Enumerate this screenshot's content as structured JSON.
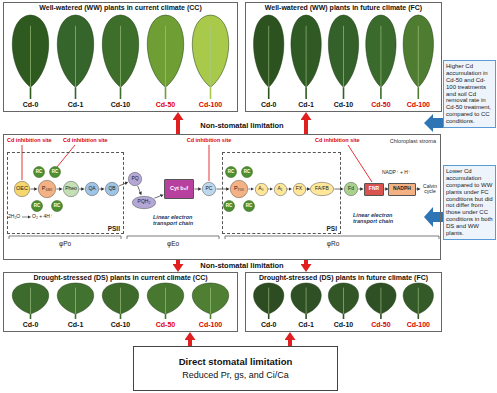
{
  "diagram": {
    "nodes": [
      {
        "text": [
          "Well-watered (WW) plants in current climate (CC)"
        ]
      },
      {
        "text": [
          "Well-watered (WW) plants in future climate (FC)"
        ]
      },
      {
        "text": [
          "Higher Cd accumulation in Cd-50 and Cd-100 treatments and soil Cd removal rate in Cd-50 treatment, compared to CC conditions."
        ]
      },
      {
        "text": [
          "Chloroplast stroma"
        ]
      },
      {
        "text": [
          "PSII"
        ],
        "in": 3
      },
      {
        "text": [
          "OEC"
        ],
        "in": 4
      },
      {
        "text": [
          "P₆₈₀"
        ],
        "in": 4
      },
      {
        "text": [
          "Pheo"
        ],
        "in": 4
      },
      {
        "text": [
          "QA"
        ],
        "in": 4
      },
      {
        "text": [
          "QB"
        ],
        "in": 4
      },
      {
        "text": [
          "PQ"
        ],
        "in": 3
      },
      {
        "text": [
          "PQH₂"
        ],
        "in": 3
      },
      {
        "text": [
          "Cyt b₆f"
        ],
        "in": 3
      },
      {
        "text": [
          "PC"
        ],
        "in": 3
      },
      {
        "text": [
          "PSI"
        ],
        "in": 3
      },
      {
        "text": [
          "P₇₀₀"
        ],
        "in": 14
      },
      {
        "text": [
          "A₀"
        ],
        "in": 14
      },
      {
        "text": [
          "A₁"
        ],
        "in": 14
      },
      {
        "text": [
          "FX"
        ],
        "in": 14
      },
      {
        "text": [
          "FA/FB"
        ],
        "in": 14
      },
      {
        "text": [
          "Fd"
        ],
        "in": 3
      },
      {
        "text": [
          "FNR"
        ],
        "in": 3
      },
      {
        "text": [
          "NADPH"
        ],
        "in": 3
      },
      {
        "text": [
          "Calvin cycle"
        ],
        "in": 3
      },
      {
        "text": [
          "Lower Cd accumulation compared to WW plants under FC conditions but did not differ from those under CC conditions in both DS and WW plants."
        ]
      },
      {
        "text": [
          "Drought-stressed (DS) plants in current climate (CC)"
        ]
      },
      {
        "text": [
          "Drought-stressed (DS) plants in future climate (FC)"
        ]
      },
      {
        "text": [
          "Direct stomatal limitation",
          "Reduced Pr, gs, and Ci/Ca"
        ]
      }
    ],
    "edges": [
      {
        "from": 3,
        "to": 0,
        "arrow": "to"
      },
      {
        "from": 3,
        "to": 1,
        "arrow": "to"
      },
      {
        "from": 3,
        "to": 25,
        "arrow": "to"
      },
      {
        "from": 3,
        "to": 26,
        "arrow": "to"
      },
      {
        "from": 27,
        "to": 25,
        "arrow": "to"
      },
      {
        "from": 27,
        "to": 26,
        "arrow": "to"
      },
      {
        "from": 5,
        "to": 6,
        "arrow": "to"
      },
      {
        "from": 6,
        "to": 7,
        "arrow": "to"
      },
      {
        "from": 7,
        "to": 8,
        "arrow": "to"
      },
      {
        "from": 8,
        "to": 9,
        "arrow": "to"
      },
      {
        "from": 9,
        "to": 10,
        "arrow": "to"
      },
      {
        "from": 10,
        "to": 11,
        "arrow": "to"
      },
      {
        "from": 11,
        "to": 12,
        "arrow": "to"
      },
      {
        "from": 12,
        "to": 13,
        "arrow": "to"
      },
      {
        "from": 13,
        "to": 15,
        "arrow": "to"
      },
      {
        "from": 15,
        "to": 16,
        "arrow": "to"
      },
      {
        "from": 16,
        "to": 17,
        "arrow": "to"
      },
      {
        "from": 17,
        "to": 18,
        "arrow": "to"
      },
      {
        "from": 18,
        "to": 19,
        "arrow": "to"
      },
      {
        "from": 19,
        "to": 20,
        "arrow": "to"
      },
      {
        "from": 20,
        "to": 21,
        "arrow": "to"
      },
      {
        "from": 21,
        "to": 22,
        "arrow": "to"
      },
      {
        "from": 22,
        "to": 23,
        "arrow": "to"
      }
    ],
    "labels": [
      "Cd-0",
      "Cd-1",
      "Cd-10",
      "Cd-50",
      "Cd-100",
      "Cd-0",
      "Cd-1",
      "Cd-10",
      "Cd-50",
      "Cd-100",
      "Non-stomatal limitation",
      "Cd inhibition site",
      "Cd inhibition site",
      "Cd inhibition site",
      "Cd inhibition site",
      "RC",
      "RC",
      "RC",
      "RC",
      "RC",
      "RC",
      "RC",
      "RC",
      "2H₂O",
      "O₂ + 4H⁺",
      "NADP⁺ + H⁺",
      "Linear electron transport chain",
      "Linear electron transport chain",
      "φPo",
      "φEo",
      "φRo",
      "Non-stomatal limitation",
      "Cd-0",
      "Cd-1",
      "Cd-10",
      "Cd-50",
      "Cd-100",
      "Cd-0",
      "Cd-1",
      "Cd-10",
      "Cd-50",
      "Cd-100"
    ]
  }
}
